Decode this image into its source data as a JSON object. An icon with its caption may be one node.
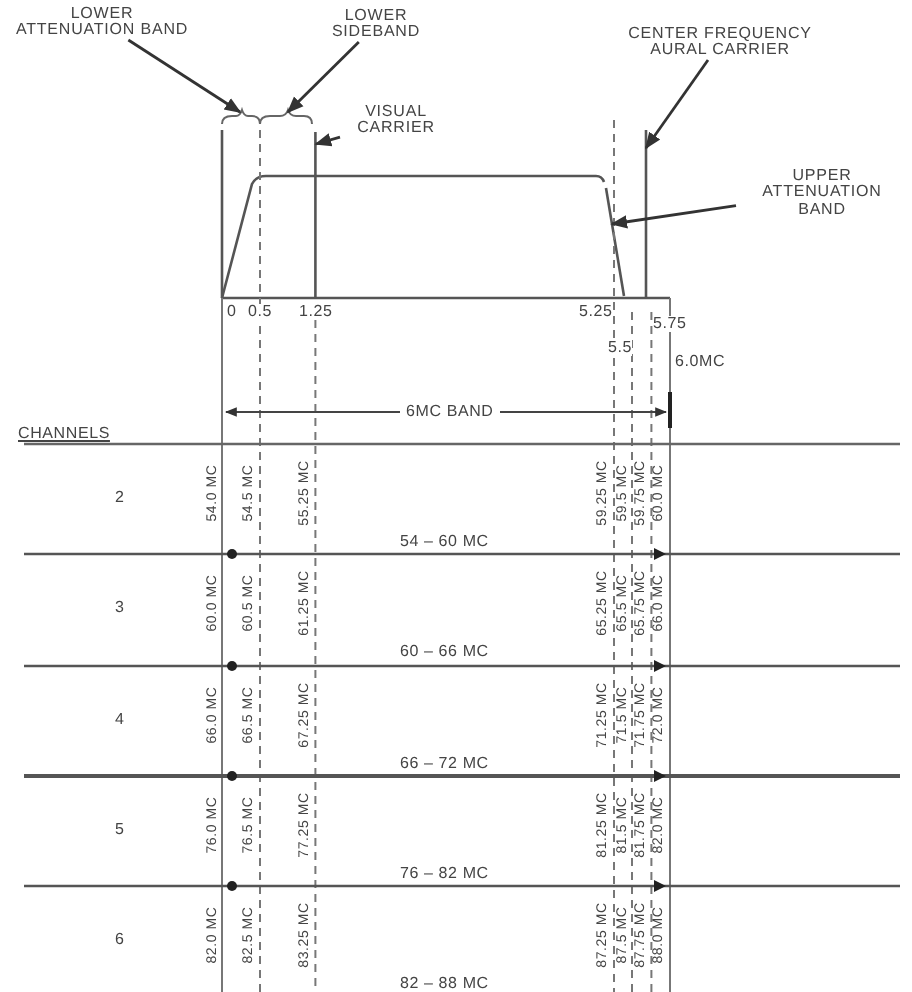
{
  "diagram": {
    "nodes": [
      {
        "text": [
          "LOWER ATTENUATION BAND"
        ]
      },
      {
        "text": [
          "LOWER SIDEBAND"
        ]
      },
      {
        "text": [
          "VISUAL CARRIER"
        ]
      },
      {
        "text": [
          "CENTER FREQUENCY AURAL CARRIER"
        ]
      },
      {
        "text": [
          "UPPER ATTENUATION BAND"
        ]
      },
      {
        "text": [],
        "shape": "brace"
      },
      {
        "text": [],
        "shape": "brace"
      },
      {
        "text": [],
        "shape": "line"
      },
      {
        "text": [],
        "shape": "line"
      },
      {
        "text": [],
        "shape": "line"
      }
    ],
    "edges": [
      {
        "from": 0,
        "to": 5,
        "arrow": "to"
      },
      {
        "from": 1,
        "to": 6,
        "arrow": "to"
      },
      {
        "from": 2,
        "to": 7,
        "arrow": "to"
      },
      {
        "from": 3,
        "to": 9,
        "arrow": "to"
      },
      {
        "from": 4,
        "to": 8,
        "arrow": "to"
      }
    ],
    "labels": [
      "0",
      "0.5",
      "1.25",
      "5.25",
      "5.5",
      "5.75",
      "6.0MC",
      "6MC BAND",
      "CHANNELS",
      "2",
      "54.0 MC",
      "54.5 MC",
      "55.25 MC",
      "59.25 MC",
      "59.5 MC",
      "59.75 MC",
      "60.0 MC",
      "54 – 60 MC",
      "3",
      "60.0 MC",
      "60.5 MC",
      "61.25 MC",
      "65.25 MC",
      "65.5 MC",
      "65.75 MC",
      "66.0 MC",
      "60 – 66 MC",
      "4",
      "66.0 MC",
      "66.5 MC",
      "67.25 MC",
      "71.25 MC",
      "71.5 MC",
      "71.75 MC",
      "72.0 MC",
      "66 – 72 MC",
      "5",
      "76.0 MC",
      "76.5 MC",
      "77.25 MC",
      "81.25 MC",
      "81.5 MC",
      "81.75 MC",
      "82.0 MC",
      "76 – 82 MC",
      "6",
      "82.0 MC",
      "82.5 MC",
      "83.25 MC",
      "87.25 MC",
      "87.5 MC",
      "87.75 MC",
      "88.0 MC",
      "82 – 88 MC"
    ]
  }
}
